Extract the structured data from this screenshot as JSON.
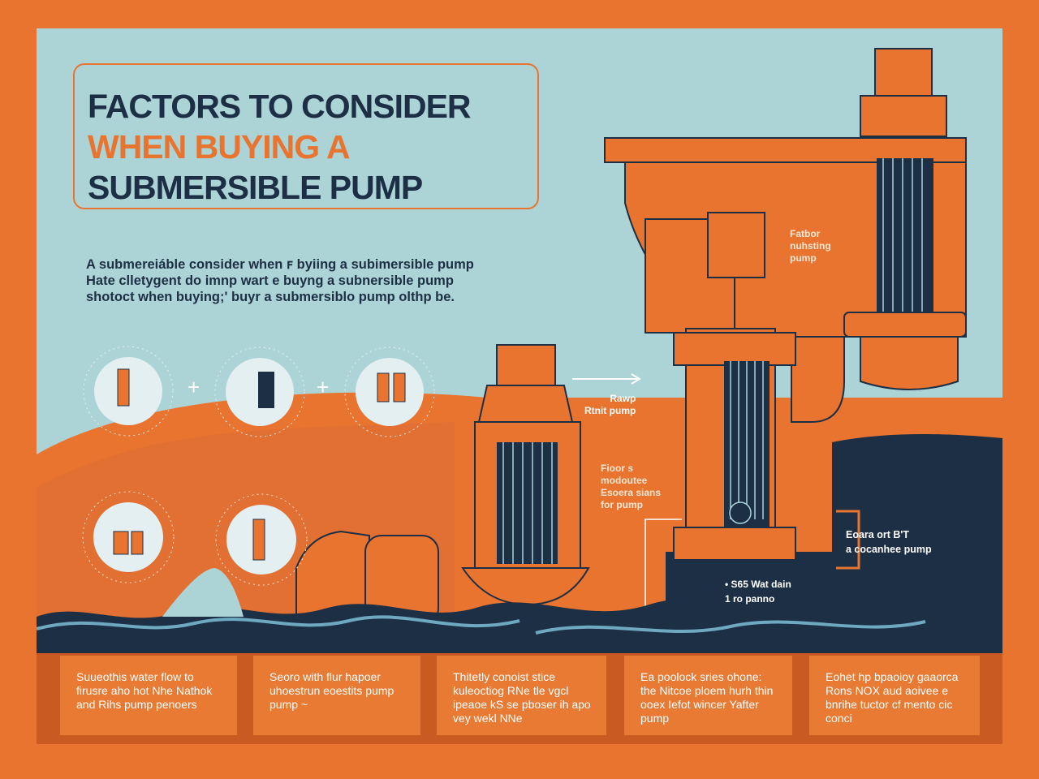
{
  "title": {
    "line1": "FACTORS TO CONSIDER",
    "line2": "WHEN BUYING A",
    "line3": "SUBMERSIBLE PUMP"
  },
  "intro": "A submereiáble consider when ꜰ byiing a subimersible pump Hate clletygent do imnp wart e buyng a subnersible pump shotoct when buying;' buyr a submersiblo pump olthp be.",
  "plus_signs": [
    "+",
    "+"
  ],
  "labels": {
    "top_right": [
      "Fatbor",
      "nuhsting",
      "pump"
    ],
    "arrow": [
      "Rawp",
      "Rtnit pump"
    ],
    "middle": [
      "Fioor s",
      "modoutee",
      "Esoera sians",
      "for pump"
    ],
    "dark_right": [
      "Eoara ort B'T",
      "a cocanhee pump"
    ],
    "dark_bottom": [
      "• S65 Wat dain",
      "1 ro panno"
    ]
  },
  "cards": [
    "Suueothis water flow to firusre aho hot Nhe Nathok and Rihs pump penoers",
    "Seoro with flur hapoer uhoestrun eoestits pump pump ~",
    "Thitetly conoist stice kuleoctiog RNe tle vgcl ipeaoe kS se pboser ih apo vey wekl NNe",
    "Ea poolock sries ohone: the Nitcoe ploem hurh thin ooex Iefot wincer Yafter pump",
    "Eohet hp bpaoioy gaaorca Rons NOX aud aoivee e bnrihe tuctor cf mento cic conci"
  ],
  "colors": {
    "orange": "#e8742f",
    "navy": "#1d2f45",
    "sky": "#acd4d7",
    "water": "#6fa9c0"
  }
}
